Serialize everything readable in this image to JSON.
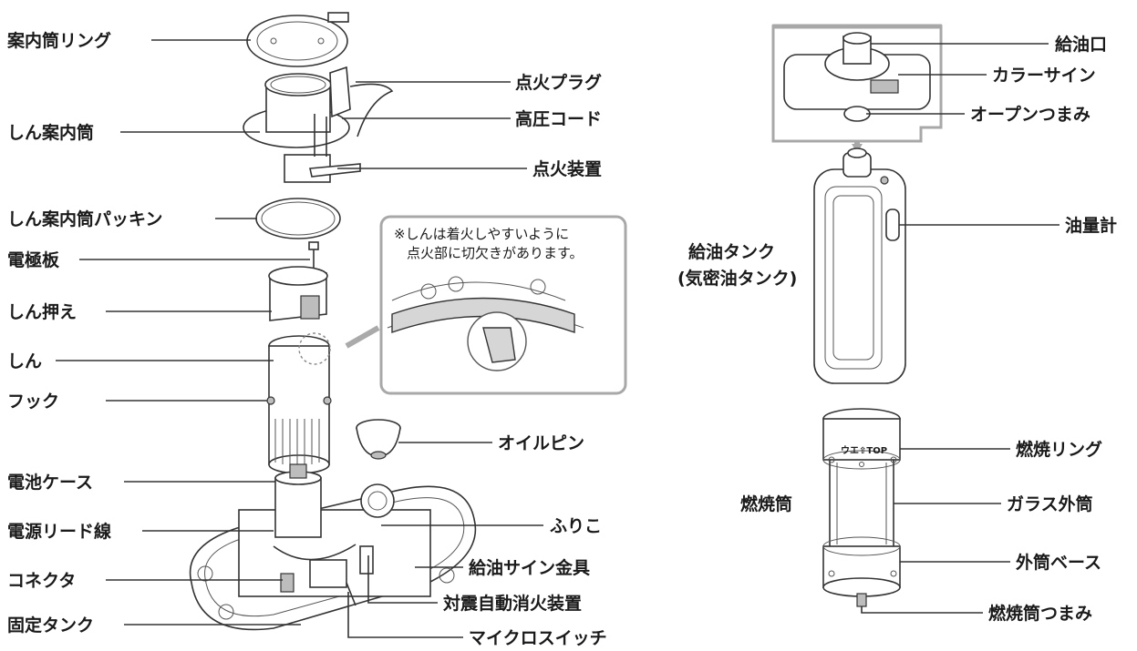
{
  "left_labels": {
    "guide_ring": "案内筒リング",
    "wick_guide": "しん案内筒",
    "wick_guide_packing": "しん案内筒パッキン",
    "electrode_plate": "電極板",
    "wick_holder": "しん押え",
    "wick": "しん",
    "hook": "フック",
    "battery_case": "電池ケース",
    "power_lead": "電源リード線",
    "connector": "コネクタ",
    "fixed_tank": "固定タンク"
  },
  "center_labels": {
    "igniter_plug": "点火プラグ",
    "high_voltage_cord": "高圧コード",
    "ignition_device": "点火装置",
    "oil_pin": "オイルピン",
    "pendulum": "ふりこ",
    "refuel_sign_bracket": "給油サイン金具",
    "seismic_extinguisher": "対震自動消火装置",
    "micro_switch": "マイクロスイッチ"
  },
  "callout_note": {
    "line1": "※しんは着火しやすいように",
    "line2": "点火部に切欠きがあります。"
  },
  "tank": {
    "title_line1": "給油タンク",
    "title_line2": "(気密油タンク)",
    "filler_port": "給油口",
    "color_sign": "カラーサイン",
    "open_knob": "オープンつまみ",
    "oil_gauge": "油量計"
  },
  "chimney": {
    "title": "燃焼筒",
    "combustion_ring": "燃焼リング",
    "glass_outer": "ガラス外筒",
    "outer_base": "外筒ベース",
    "chimney_knob": "燃焼筒つまみ",
    "ring_marking": "ウエ⇧TOP"
  }
}
